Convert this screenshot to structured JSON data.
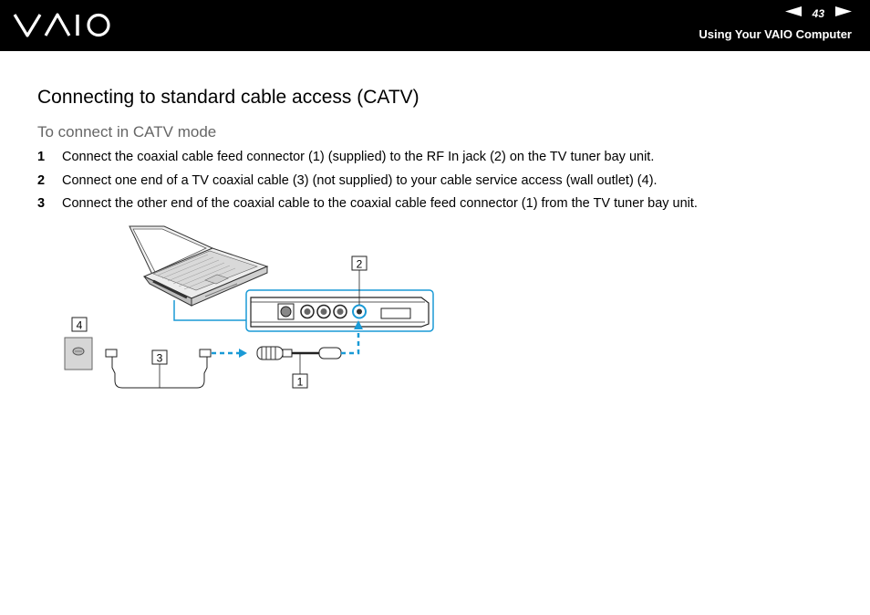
{
  "header": {
    "brand": "VAIO",
    "page_number": "43",
    "prev_icon": "triangle-left-icon",
    "next_icon": "triangle-right-icon",
    "section": "Using Your VAIO Computer"
  },
  "content": {
    "title": "Connecting to standard cable access (CATV)",
    "subtitle": "To connect in CATV mode",
    "steps": [
      {
        "num": "1",
        "text": "Connect the coaxial cable feed connector (1) (supplied) to the RF In jack (2) on the TV tuner bay unit."
      },
      {
        "num": "2",
        "text": "Connect one end of a TV coaxial cable (3) (not supplied) to your cable service access (wall outlet) (4)."
      },
      {
        "num": "3",
        "text": "Connect the other end of the coaxial cable to the coaxial cable feed connector (1) from the TV tuner bay unit."
      }
    ]
  },
  "figure": {
    "callouts": [
      "1",
      "2",
      "3",
      "4"
    ],
    "accent_color": "#1a9ad6"
  }
}
